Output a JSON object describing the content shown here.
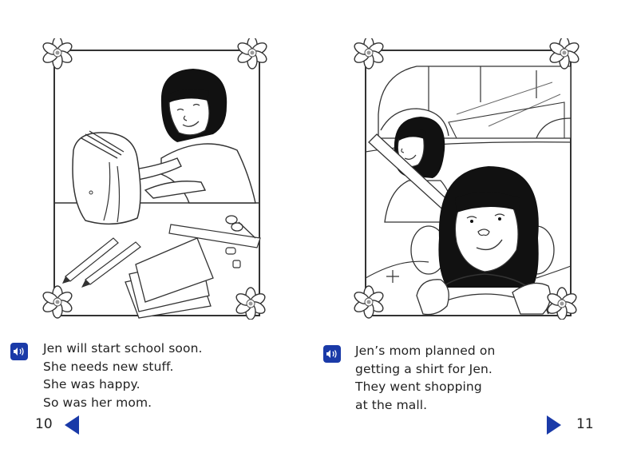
{
  "book": {
    "accent_color": "#1a3aa8",
    "pages": [
      {
        "side": "left",
        "page_number": "10",
        "illustration": "girl-packing-backpack-with-school-supplies",
        "lines": [
          "Jen will start school soon.",
          "She needs new stuff.",
          "She was happy.",
          "So was her mom."
        ],
        "audio_icon": "speaker-icon",
        "nav_icon": "previous-page-arrow-icon"
      },
      {
        "side": "right",
        "page_number": "11",
        "illustration": "mom-driving-car-with-jen",
        "lines": [
          "Jen’s mom planned on",
          "getting a shirt for Jen.",
          "They went shopping",
          "at the mall."
        ],
        "audio_icon": "speaker-icon",
        "nav_icon": "next-page-arrow-icon"
      }
    ]
  }
}
